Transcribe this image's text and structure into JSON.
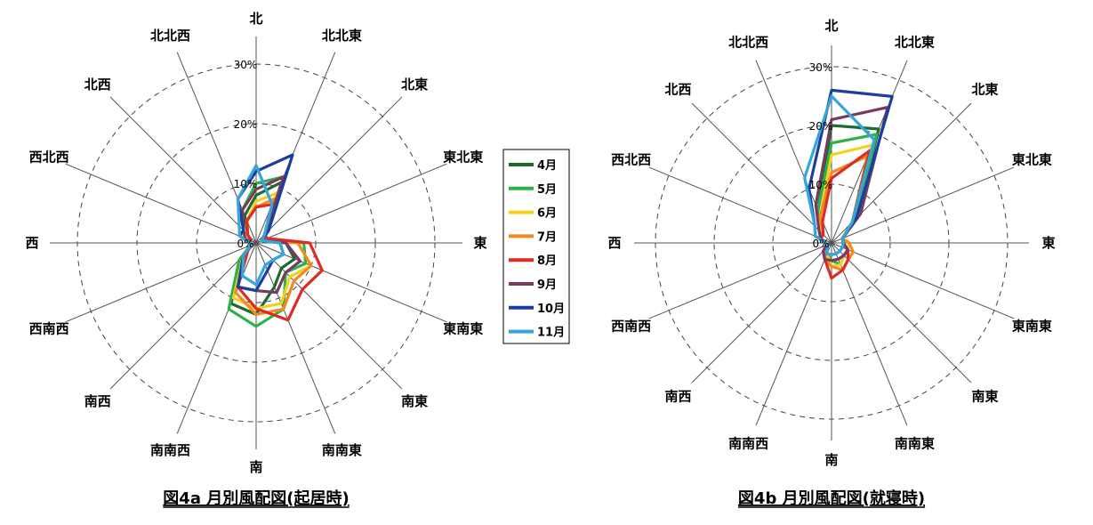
{
  "chart_data": [
    {
      "type": "radar",
      "title": "図4a 月別風配図(起居時)",
      "directions": [
        "北",
        "北北東",
        "北東",
        "東北東",
        "東",
        "東南東",
        "南東",
        "南南東",
        "南",
        "南南西",
        "南西",
        "西南西",
        "西",
        "西北西",
        "北西",
        "北北西"
      ],
      "radial_ticks": [
        "0%",
        "10%",
        "20%",
        "30%"
      ],
      "rlim": [
        0,
        30
      ],
      "rings": 3,
      "grid": true,
      "legend_placement": "right",
      "series": [
        {
          "name": "4月",
          "color": "#1f6b2e",
          "values": [
            8,
            11,
            3,
            1,
            5,
            7,
            6,
            8,
            12,
            11,
            3,
            1,
            1,
            2,
            2,
            5
          ]
        },
        {
          "name": "5月",
          "color": "#2db24a",
          "values": [
            10,
            12,
            3,
            1,
            8,
            9,
            7,
            12,
            14,
            12,
            4,
            1,
            1,
            2,
            3,
            6
          ]
        },
        {
          "name": "6月",
          "color": "#f2d21c",
          "values": [
            7,
            9,
            3,
            1,
            7,
            10,
            8,
            11,
            11,
            10,
            3,
            1,
            1,
            2,
            2,
            4
          ]
        },
        {
          "name": "7月",
          "color": "#f28a1e",
          "values": [
            6,
            8,
            2,
            1,
            7,
            10,
            9,
            12,
            12,
            9,
            2,
            1,
            1,
            1,
            2,
            4
          ]
        },
        {
          "name": "8月",
          "color": "#e02a26",
          "values": [
            6,
            7,
            2,
            2,
            9,
            12,
            11,
            14,
            11,
            8,
            2,
            1,
            1,
            1,
            2,
            4
          ]
        },
        {
          "name": "9月",
          "color": "#7a3a5e",
          "values": [
            9,
            12,
            2,
            1,
            5,
            8,
            7,
            9,
            8,
            8,
            3,
            1,
            1,
            2,
            3,
            6
          ]
        },
        {
          "name": "10月",
          "color": "#1c3f9e",
          "values": [
            12,
            16,
            3,
            1,
            4,
            5,
            4,
            5,
            8,
            8,
            3,
            1,
            1,
            3,
            3,
            8
          ]
        },
        {
          "name": "11月",
          "color": "#34a6d9",
          "values": [
            13,
            7,
            2,
            1,
            4,
            5,
            4,
            4,
            7,
            6,
            3,
            1,
            1,
            3,
            4,
            8
          ]
        }
      ]
    },
    {
      "type": "radar",
      "title": "図4b 月別風配図(就寝時)",
      "directions": [
        "北",
        "北北東",
        "北東",
        "東北東",
        "東",
        "東南東",
        "南東",
        "南南東",
        "南",
        "南南西",
        "南西",
        "西南西",
        "西",
        "西北西",
        "北西",
        "北北西"
      ],
      "radial_ticks": [
        "0%",
        "10%",
        "20%",
        "30%"
      ],
      "rlim": [
        0,
        30
      ],
      "rings": 3,
      "grid": true,
      "series": [
        {
          "name": "4月",
          "color": "#1f6b2e",
          "values": [
            20,
            21,
            6,
            2,
            2,
            3,
            3,
            3,
            3,
            2,
            1,
            1,
            1,
            2,
            3,
            6
          ]
        },
        {
          "name": "5月",
          "color": "#2db24a",
          "values": [
            17,
            20,
            6,
            2,
            2,
            3,
            3,
            4,
            3,
            2,
            1,
            1,
            1,
            2,
            3,
            6
          ]
        },
        {
          "name": "6月",
          "color": "#f2d21c",
          "values": [
            15,
            18,
            5,
            2,
            3,
            3,
            3,
            4,
            4,
            2,
            1,
            1,
            1,
            2,
            3,
            5
          ]
        },
        {
          "name": "7月",
          "color": "#f28a1e",
          "values": [
            12,
            16,
            5,
            2,
            3,
            4,
            4,
            5,
            4,
            3,
            1,
            1,
            1,
            2,
            2,
            5
          ]
        },
        {
          "name": "8月",
          "color": "#e02a26",
          "values": [
            11,
            17,
            5,
            2,
            2,
            3,
            4,
            5,
            6,
            3,
            2,
            1,
            1,
            2,
            2,
            4
          ]
        },
        {
          "name": "9月",
          "color": "#7a3a5e",
          "values": [
            21,
            25,
            7,
            2,
            2,
            3,
            3,
            3,
            3,
            3,
            2,
            1,
            1,
            2,
            3,
            7
          ]
        },
        {
          "name": "10月",
          "color": "#1c3f9e",
          "values": [
            26,
            27,
            6,
            2,
            2,
            2,
            2,
            2,
            2,
            2,
            1,
            1,
            1,
            3,
            4,
            10
          ]
        },
        {
          "name": "11月",
          "color": "#34a6d9",
          "values": [
            25,
            19,
            5,
            2,
            2,
            2,
            2,
            2,
            2,
            2,
            1,
            1,
            1,
            3,
            4,
            12
          ]
        }
      ]
    }
  ]
}
